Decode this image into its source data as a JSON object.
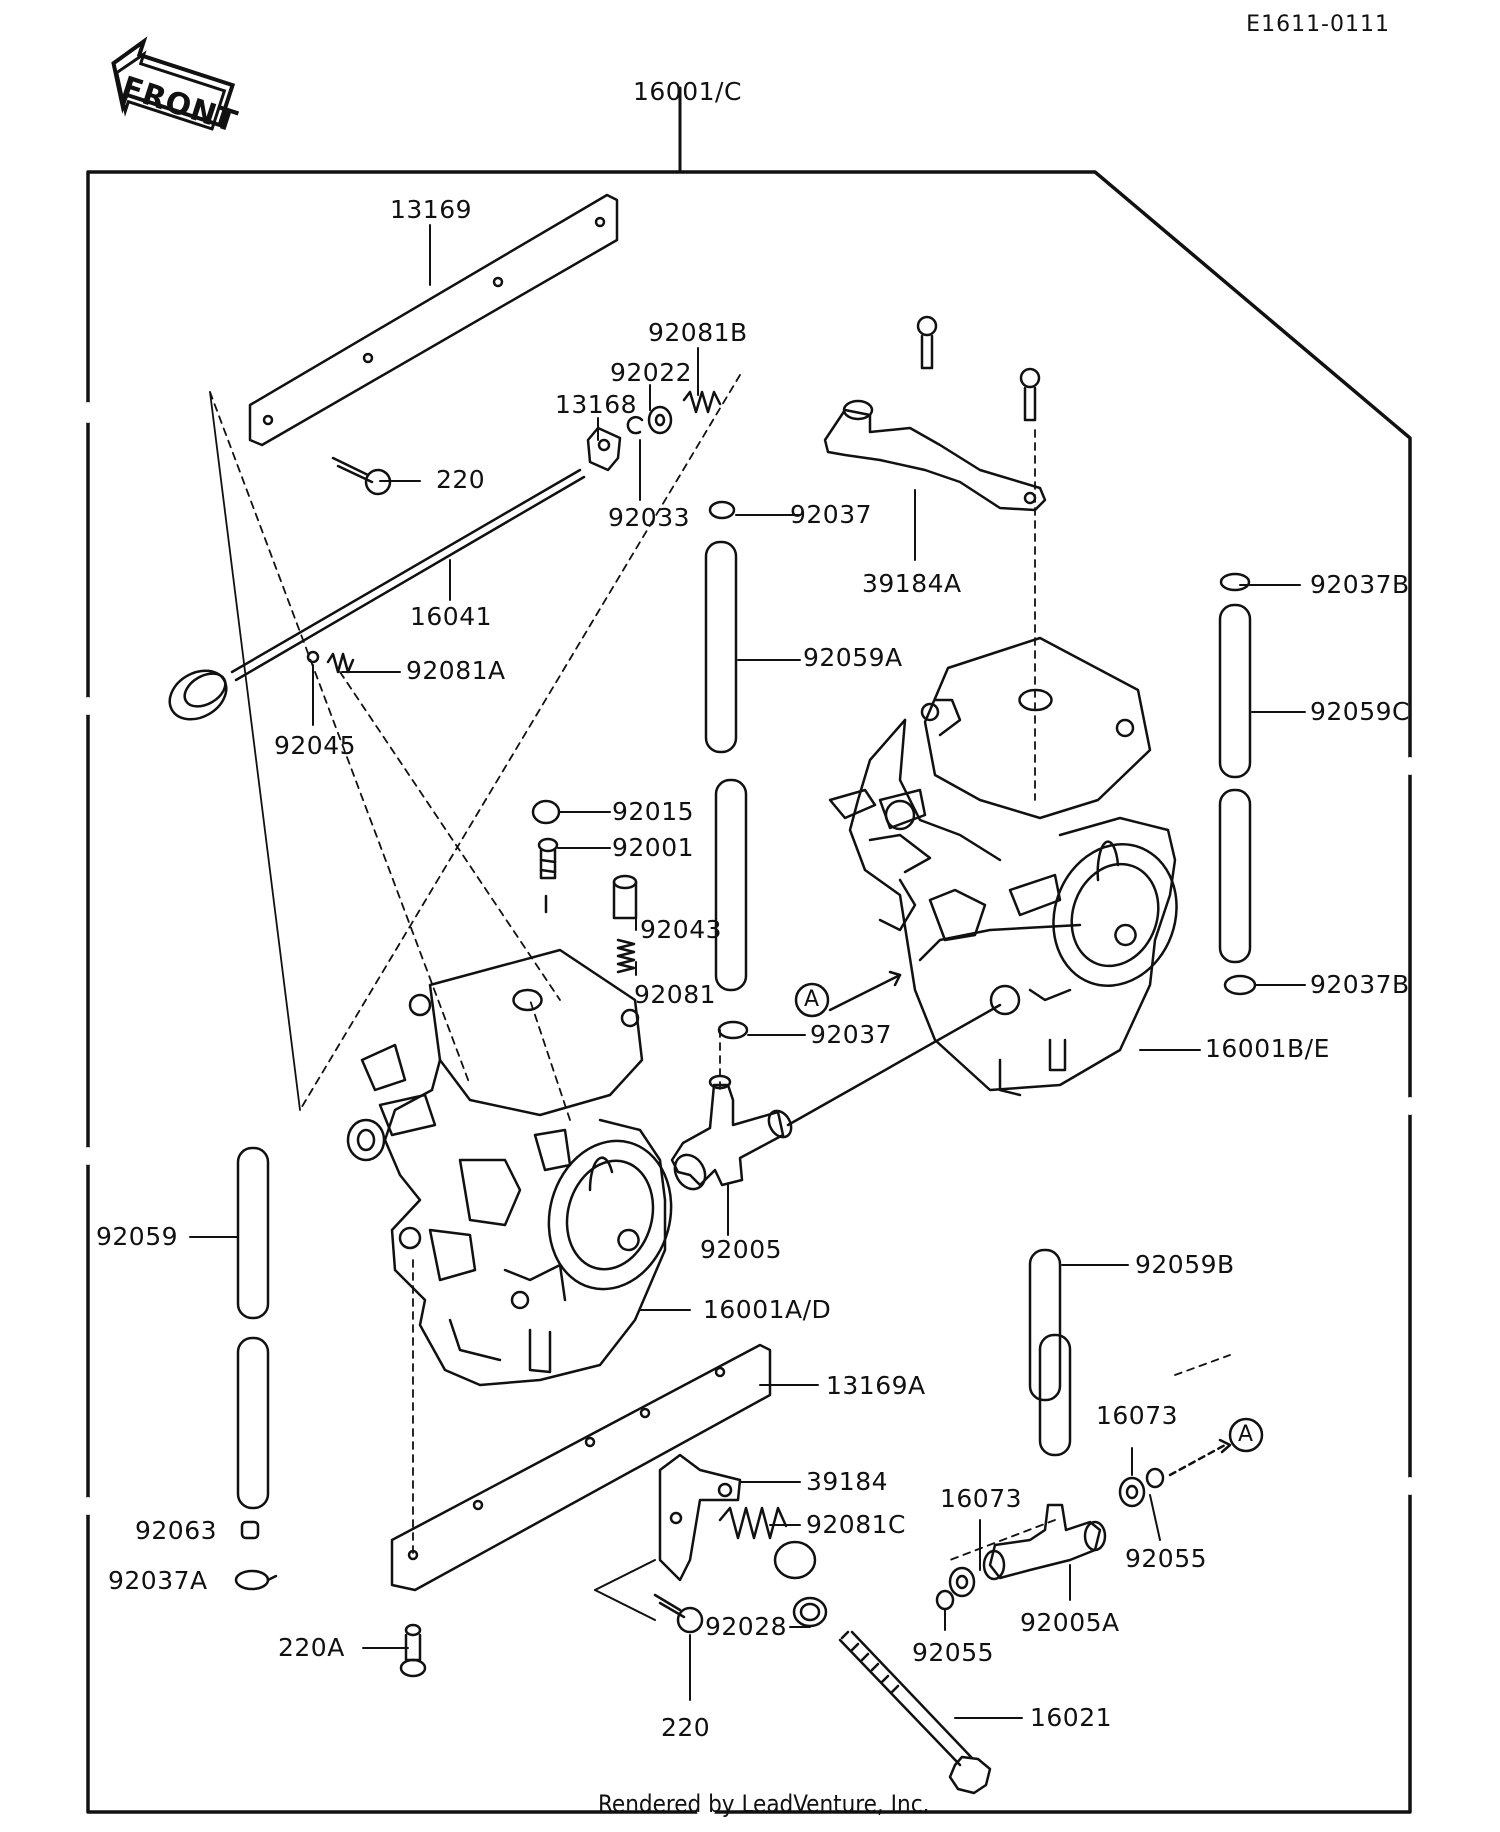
{
  "diagram_code": "E1611-0111",
  "front_label": "FRONT",
  "credit": "Rendered by LeadVenture, Inc.",
  "callouts": {
    "main": "16001/C",
    "p13169": "13169",
    "p92081B": "92081B",
    "p92022": "92022",
    "p13168": "13168",
    "p220_top": "220",
    "p92033": "92033",
    "p92037_top": "92037",
    "p39184A": "39184A",
    "p92037B_top": "92037B",
    "p16041": "16041",
    "p92059A": "92059A",
    "p92059C": "92059C",
    "p92081A": "92081A",
    "p92045": "92045",
    "p92015": "92015",
    "p92001": "92001",
    "p92043": "92043",
    "p92081": "92081",
    "p92037B_bot": "92037B",
    "pA_mid": "A",
    "p92037_mid": "92037",
    "p16001BE": "16001B/E",
    "p92005": "92005",
    "p92059": "92059",
    "p92059B": "92059B",
    "p16001AD": "16001A/D",
    "p13169A": "13169A",
    "p16073_r": "16073",
    "pA_right": "A",
    "p39184": "39184",
    "p16073_l": "16073",
    "p92081C": "92081C",
    "p92063": "92063",
    "p92055_r": "92055",
    "p92037A": "92037A",
    "p92005A": "92005A",
    "p220A": "220A",
    "p92028": "92028",
    "p92055_l": "92055",
    "p220_bot": "220",
    "p16021": "16021"
  }
}
